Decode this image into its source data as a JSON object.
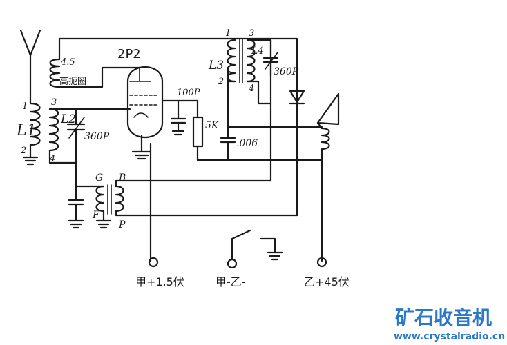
{
  "tube_label": "2P2",
  "labels": {
    "L1": "L1",
    "L2": "L2",
    "L3": "L3",
    "L4": "L4",
    "l1_pin1": "1",
    "l1_pin2": "2",
    "l2_pin3": "3",
    "l2_pin4": "4",
    "l3_pin1": "1",
    "l3_pin2": "2",
    "l4_pin3": "3",
    "l4_pin4": "4",
    "coil45_num": "4.5",
    "coil45_text": "高扼圈",
    "cap_360_left": "360P",
    "cap_360_right": "360P",
    "cap_100p": "100P",
    "res_5k": "5K",
    "cap_006": ".006",
    "xfmr_G": "G",
    "xfmr_B": "B",
    "xfmr_F": "F",
    "xfmr_P": "P",
    "term_a": "甲+1.5伏",
    "term_common": "甲-乙-",
    "term_b": "乙+45伏"
  },
  "watermark": {
    "name": "矿石收音机",
    "url": "www.crystalradio.cn"
  }
}
